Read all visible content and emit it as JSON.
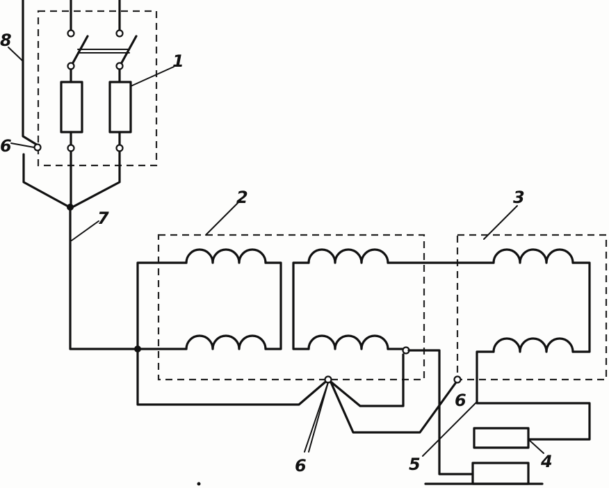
{
  "labels": {
    "fuse_block": "1",
    "transformer_2": "2",
    "transformer_3": "3",
    "device_4": "4",
    "wire_5": "5",
    "terminal_6": "6",
    "conductor_7": "7",
    "conductor_8": "8"
  }
}
